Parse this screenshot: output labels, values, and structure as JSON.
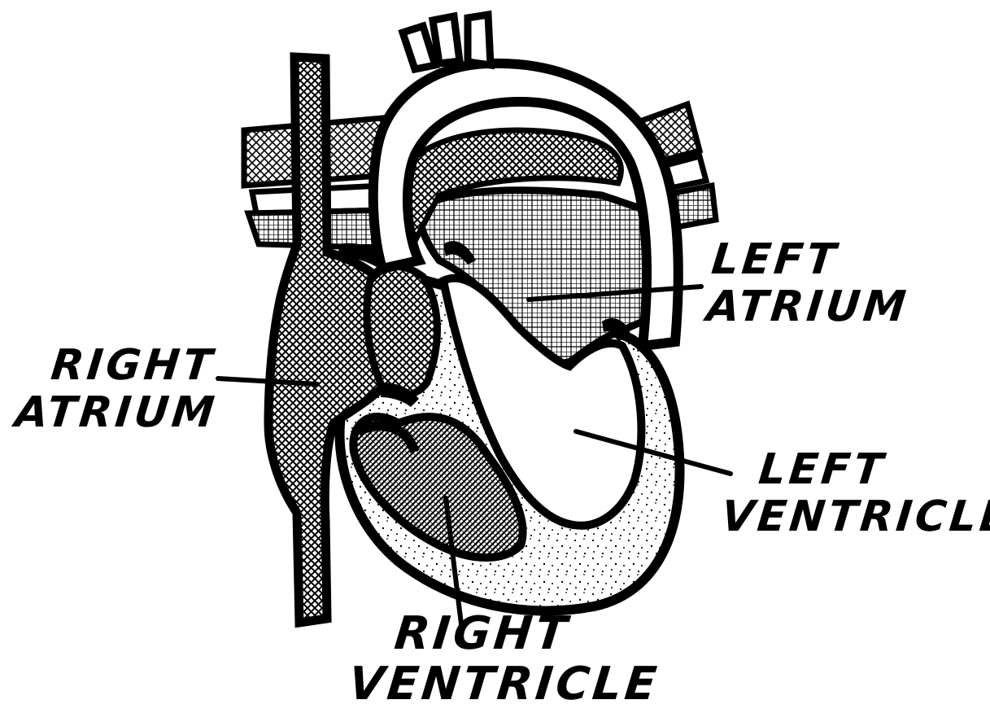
{
  "diagram": {
    "labels": {
      "left_atrium": [
        "LEFT",
        "ATRIUM"
      ],
      "right_atrium": [
        "RIGHT",
        "ATRIUM"
      ],
      "left_ventricle": [
        "LEFT",
        "VENTRICLE"
      ],
      "right_ventricle": [
        "RIGHT",
        "VENTRICLE"
      ]
    },
    "colors": {
      "ink": "#000000",
      "paper": "#ffffff"
    },
    "fills": {
      "right_atrium": "crosshatch-dense",
      "right_ventricle": "diagonal-hatch",
      "left_atrium": "grid",
      "myocardium": "stipple",
      "left_ventricle": "plain",
      "aorta": "plain"
    }
  }
}
